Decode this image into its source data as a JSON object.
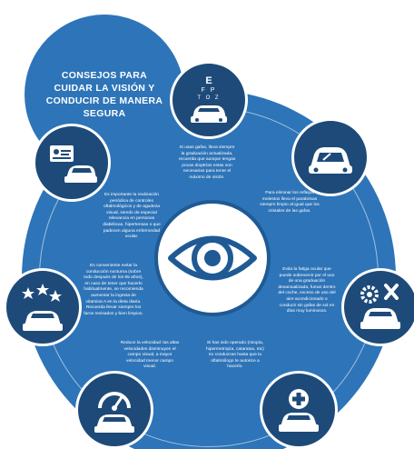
{
  "title": "CONSEJOS PARA CUIDAR LA VISIÓN Y CONDUCIR DE MANERA SEGURA",
  "colors": {
    "primary": "#2e74b8",
    "node": "#1d4a79",
    "ring": "#1f5a94",
    "light": "#ffffff"
  },
  "eye_chart_letters": "E F P T O Z",
  "tips": {
    "glasses": "Si usas gafas, lleva siempre la graduación actualizada, recuerda que aunque tengas pocas dioptrías estas son necesarias para tener el máximo de visión.",
    "reflections": "Para eliminar los reflejos molestos lleva el parabrisas siempre limpio al igual que los cristales de las gafas.",
    "fatigue": "Evita la fatiga ocular que puede sobrevenir por el uso de una graduación desactualizada, fumar dentro del coche, exceso de uso del aire acondicionado o conducir sin gafas de sol en días muy luminosos.",
    "surgery": "Si has sido operado (miopía, hipermetropía, cataratas, etc) no conduzcas hasta que tu oftalmólogo te autorice a hacerlo.",
    "speed": "Reduce la velocidad: las altas velocidades disminuyen el campo visual, a mayor velocidad menor campo visual.",
    "night": "Es conveniente evitar la conducción nocturna (sobre todo después de los 65 años), en caso de tener que hacerlo habitualmente, se recomienda aumentar la ingesta de vitamina A en la dieta diaria. Recuerda llevar siempre los faros revisados y bien limpios.",
    "checkups": "Es importante la realización periódica de controles oftalmológicos y de agudeza visual, siendo de especial relevancia en personas diabéticas, hipertensas o que padecen alguna enfermedad ocular."
  },
  "icons": {
    "glasses": "eye-chart-car-icon",
    "reflections": "windshield-icon",
    "fatigue": "settings-car-icon",
    "surgery": "medical-car-icon",
    "speed": "speedometer-car-icon",
    "night": "stars-car-icon",
    "checkups": "license-car-icon",
    "center": "eye-icon"
  }
}
